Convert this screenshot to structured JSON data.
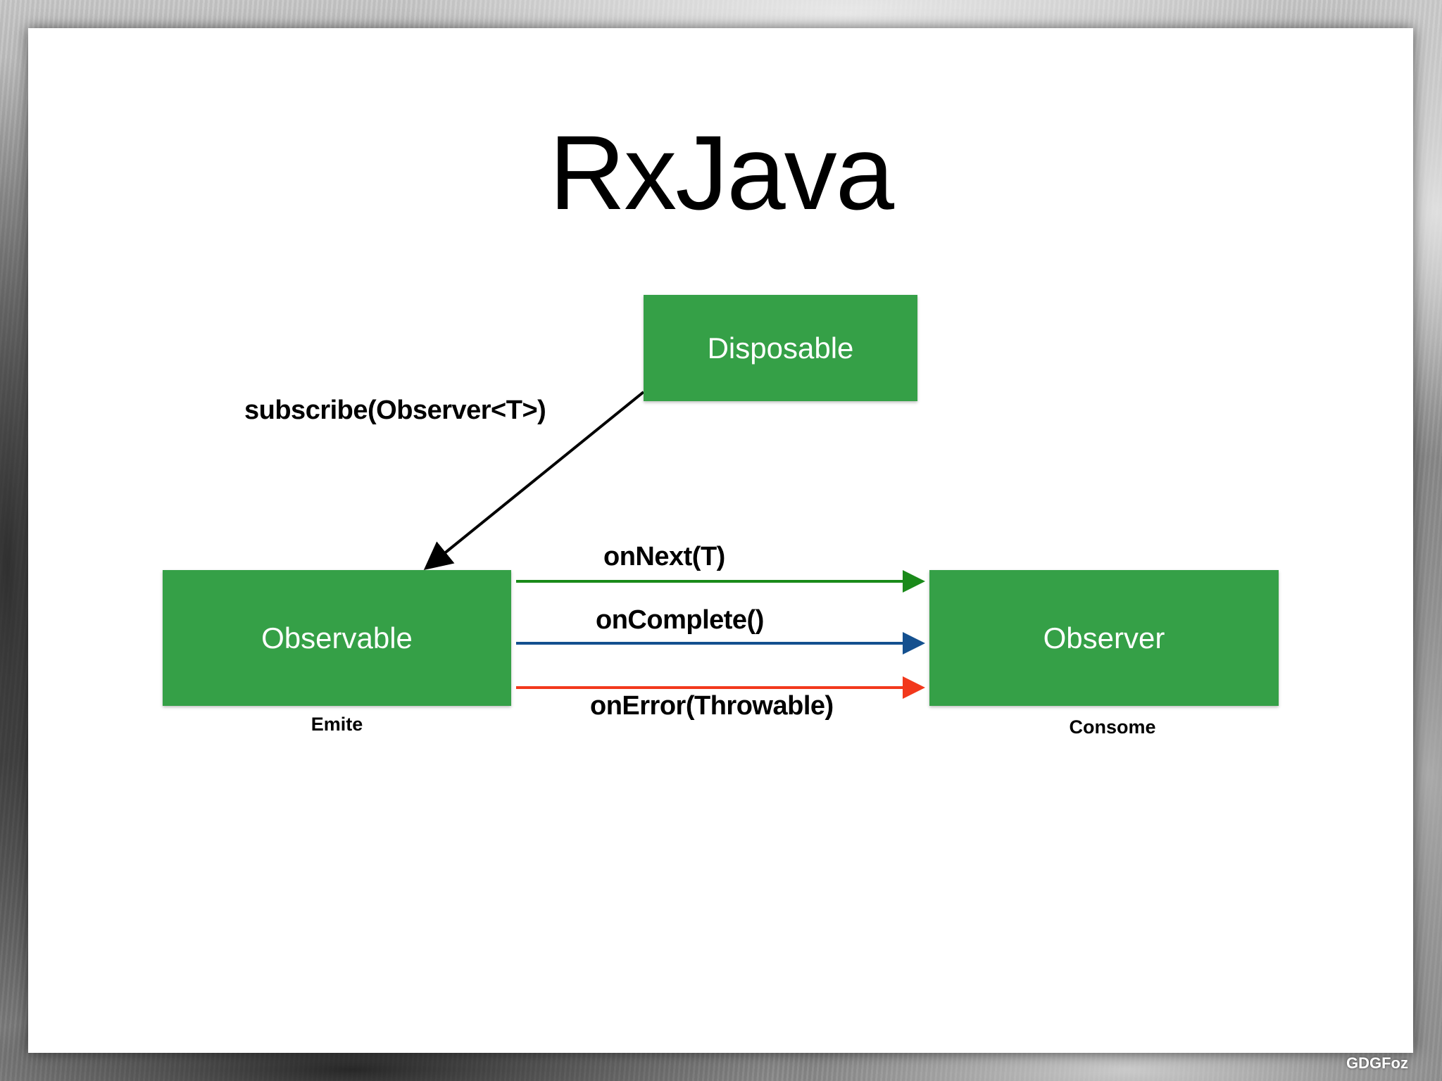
{
  "slide": {
    "title": "RxJava",
    "footer_brand": "GDGFoz"
  },
  "colors": {
    "node_fill": "#35a047",
    "on_next": "#1a8a1a",
    "on_complete": "#14508f",
    "on_error": "#f2381c",
    "subscribe": "#000000"
  },
  "nodes": {
    "disposable": {
      "label": "Disposable"
    },
    "observable": {
      "label": "Observable",
      "caption": "Emite"
    },
    "observer": {
      "label": "Observer",
      "caption": "Consome"
    }
  },
  "edges": {
    "subscribe": {
      "label": "subscribe(Observer<T>)",
      "from": "disposable",
      "to": "observable"
    },
    "on_next": {
      "label": "onNext(T)",
      "from": "observable",
      "to": "observer"
    },
    "on_complete": {
      "label": "onComplete()",
      "from": "observable",
      "to": "observer"
    },
    "on_error": {
      "label": "onError(Throwable)",
      "from": "observable",
      "to": "observer"
    }
  }
}
